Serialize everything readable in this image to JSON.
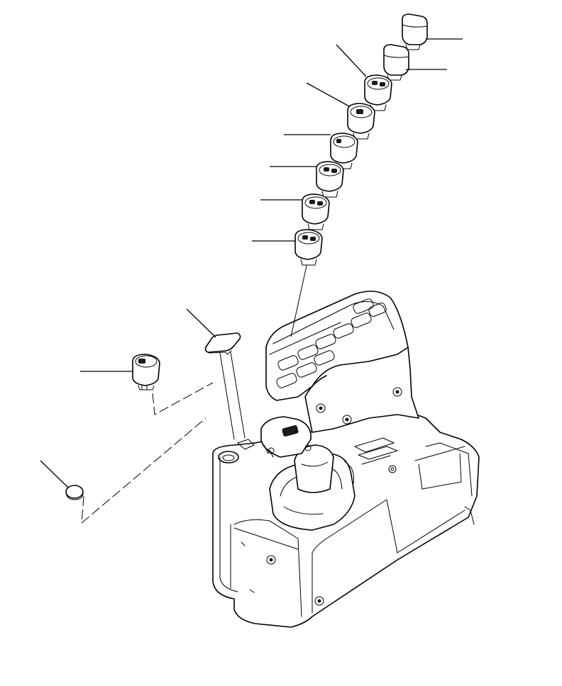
{
  "diagram": {
    "parts": [
      {
        "id": "cap-1",
        "icon": "switch-cap-icon"
      },
      {
        "id": "cap-2",
        "icon": "switch-cap-icon"
      },
      {
        "id": "switch-1",
        "icon": "rocker-switch-icon"
      },
      {
        "id": "switch-2",
        "icon": "rocker-switch-icon"
      },
      {
        "id": "switch-3",
        "icon": "rocker-switch-icon"
      },
      {
        "id": "switch-4",
        "icon": "rocker-switch-icon"
      },
      {
        "id": "switch-5",
        "icon": "rocker-switch-icon"
      },
      {
        "id": "switch-6",
        "icon": "rocker-switch-icon"
      },
      {
        "id": "blank-plate",
        "icon": "blank-plate-icon"
      },
      {
        "id": "side-switch",
        "icon": "rocker-switch-icon"
      },
      {
        "id": "plug",
        "icon": "plug-icon"
      },
      {
        "id": "console",
        "icon": "control-console-icon"
      }
    ]
  }
}
